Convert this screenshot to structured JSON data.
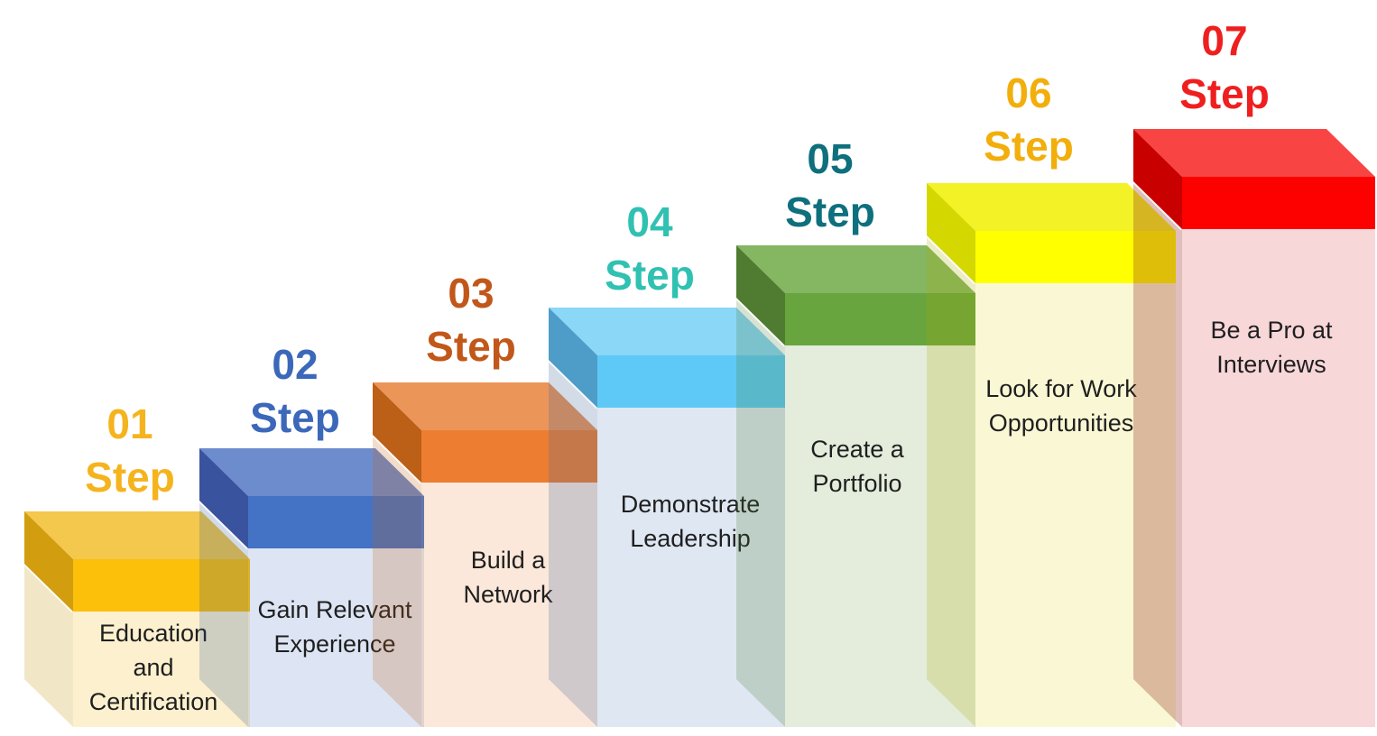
{
  "diagram": {
    "background": "#FFFFFF",
    "description_text_color": "#1F1F1F",
    "steps": [
      {
        "number": "01",
        "word": "Step",
        "description": "Education and Certification",
        "lines": [
          "Education",
          "and",
          "Certification"
        ],
        "colors": {
          "label": "#F5B41D",
          "cap_top": "#F4C84C",
          "cap_front": "#FCBF0A",
          "cap_left": "#D29D0E",
          "column_front": "rgba(240,180,10,0.20)",
          "column_left": "rgba(191,144,0,0.22)"
        }
      },
      {
        "number": "02",
        "word": "Step",
        "description": "Gain Relevant Experience",
        "lines": [
          "Gain Relevant",
          "Experience"
        ],
        "colors": {
          "label": "#3C68BA",
          "cap_top": "#6D8CCD",
          "cap_front": "#4472C4",
          "cap_left": "#39539E",
          "column_front": "rgba(85,125,200,0.20)",
          "column_left": "rgba(47,85,151,0.22)"
        }
      },
      {
        "number": "03",
        "word": "Step",
        "description": "Build a Network",
        "lines": [
          "Build a",
          "Network"
        ],
        "colors": {
          "label": "#C2571A",
          "cap_top": "#EB9559",
          "cap_front": "#ED7D31",
          "cap_left": "#BC5F17",
          "column_front": "rgba(235,140,70,0.20)",
          "column_left": "rgba(196,94,23,0.22)"
        }
      },
      {
        "number": "04",
        "word": "Step",
        "description": "Demonstrate Leadership",
        "lines": [
          "Demonstrate",
          "Leadership"
        ],
        "colors": {
          "label": "#30C1B2",
          "cap_top": "#8AD7F8",
          "cap_front": "#5EC9F7",
          "cap_left": "#4E9CC8",
          "column_front": "rgba(90,135,190,0.20)",
          "column_left": "rgba(70,105,155,0.24)"
        }
      },
      {
        "number": "05",
        "word": "Step",
        "description": "Create a Portfolio",
        "lines": [
          "Create a",
          "Portfolio"
        ],
        "colors": {
          "label": "#0E6F7D",
          "cap_top": "#85B662",
          "cap_front": "#68A53F",
          "cap_left": "#4F7C30",
          "column_front": "rgba(120,165,80,0.20)",
          "column_left": "rgba(79,124,48,0.22)"
        }
      },
      {
        "number": "06",
        "word": "Step",
        "description": "Look for Work Opportunities",
        "lines": [
          "Look for Work",
          "Opportunities"
        ],
        "colors": {
          "label": "#F2AE0B",
          "cap_top": "#F2F226",
          "cap_front": "#FFFF00",
          "cap_left": "#D4D800",
          "column_front": "rgba(230,220,40,0.20)",
          "column_left": "rgba(168,168,0,0.22)"
        }
      },
      {
        "number": "07",
        "word": "Step",
        "description": "Be a Pro at Interviews",
        "lines": [
          "Be a Pro at",
          "Interviews"
        ],
        "colors": {
          "label": "#EF1F1F",
          "cap_top": "#F94444",
          "cap_front": "#FD0000",
          "cap_left": "#C90000",
          "column_front": "rgba(220,55,65,0.20)",
          "column_left": "rgba(150,40,30,0.30)"
        }
      }
    ]
  }
}
